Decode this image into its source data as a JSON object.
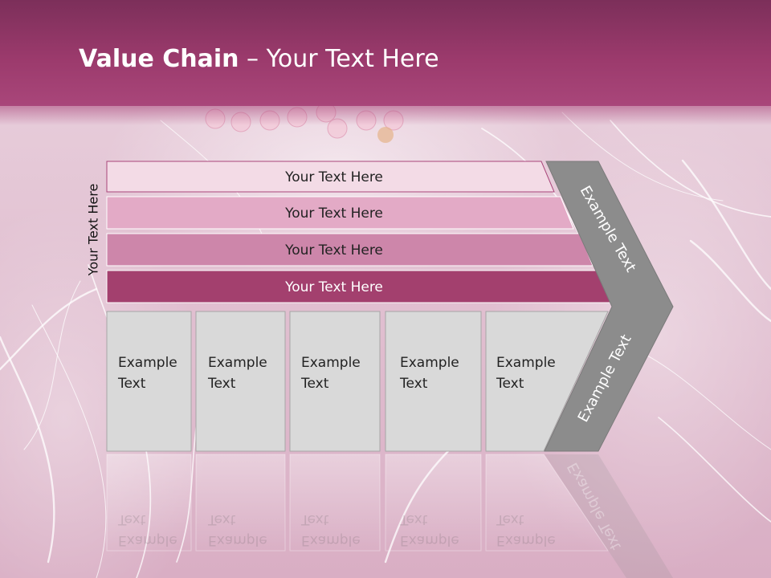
{
  "title": {
    "bold": "Value Chain",
    "rest": " – Your Text Here"
  },
  "side_label": "Your Text Here",
  "bars": [
    {
      "label": "Your Text Here",
      "color": "#f3dbe6"
    },
    {
      "label": "Your Text Here",
      "color": "#e3aac6"
    },
    {
      "label": "Your Text Here",
      "color": "#cd86aa"
    },
    {
      "label": "Your Text Here",
      "color": "#a3406e"
    }
  ],
  "columns": [
    {
      "line1": "Example",
      "line2": "Text"
    },
    {
      "line1": "Example",
      "line2": "Text"
    },
    {
      "line1": "Example",
      "line2": "Text"
    },
    {
      "line1": "Example",
      "line2": "Text"
    },
    {
      "line1": "Example",
      "line2": "Text"
    }
  ],
  "chevron": {
    "upper_label": "Example Text",
    "lower_label": "Example Text",
    "color": "#8c8c8c"
  },
  "colors": {
    "header": "#9b3a6c",
    "box_fill": "#d9d9d9",
    "box_border": "#a6a6a6"
  }
}
